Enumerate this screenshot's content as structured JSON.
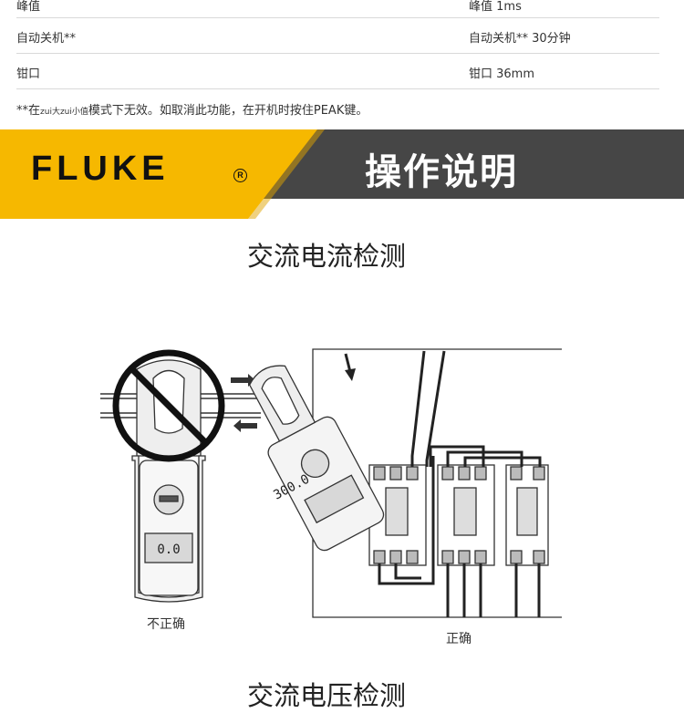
{
  "specs": [
    {
      "key": "峰值",
      "value": "峰值 1ms"
    },
    {
      "key": "自动关机**",
      "value": "自动关机** 30分钟"
    },
    {
      "key": "钳口",
      "value": "钳口 36mm"
    }
  ],
  "footnote": {
    "prefix": "**在",
    "small": "zui大zui小值",
    "suffix": "模式下无效。如取消此功能，在开机时按住PEAK键。"
  },
  "brand": {
    "name": "FLUKE",
    "reg": "R"
  },
  "banner": {
    "title": "操作说明"
  },
  "section1": {
    "title": "交流电流检测"
  },
  "section2": {
    "title": "交流电压检测"
  },
  "figure": {
    "wrong_caption": "不正确",
    "right_caption": "正确",
    "meter_display_left": "0.0",
    "meter_display_right": "300.0"
  },
  "colors": {
    "accent_yellow": "#f6b800",
    "banner_dark": "#464646"
  }
}
